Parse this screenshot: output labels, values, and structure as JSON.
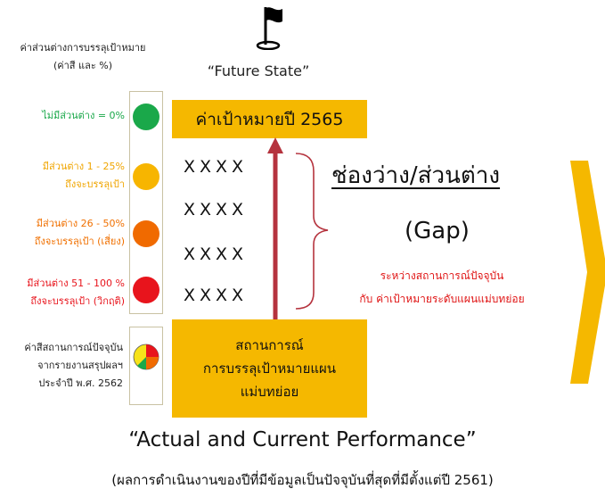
{
  "legend": {
    "title_line1": "ค่าส่วนต่างการบรรลุเป้าหมาย",
    "title_line2": "(ค่าสี และ %)",
    "items": [
      {
        "line1": "ไม่มีส่วนต่าง = 0%",
        "line2": "",
        "color": "#1aa84a",
        "text_color": "#1aa84a"
      },
      {
        "line1": "มีส่วนต่าง 1 - 25%",
        "line2": "ถึงจะบรรลุเป้า",
        "color": "#f7b500",
        "text_color": "#f0a500"
      },
      {
        "line1": "มีส่วนต่าง 26 - 50%",
        "line2": "ถึงจะบรรลุเป้า (เสี่ยง)",
        "color": "#f06a00",
        "text_color": "#f07000"
      },
      {
        "line1": "มีส่วนต่าง 51 - 100 %",
        "line2": "ถึงจะบรรลุเป้า (วิกฤติ)",
        "color": "#e8141c",
        "text_color": "#e8141c"
      }
    ],
    "status": {
      "line1": "ค่าสีสถานการณ์ปัจจุบัน",
      "line2": "จากรายงานสรุปผลฯ",
      "line3": "ประจำปี พ.ศ. 2562"
    }
  },
  "future_state": "“Future State”",
  "target_label": "ค่าเป้าหมายปี 2565",
  "placeholders": [
    "XXXX",
    "XXXX",
    "XXXX",
    "XXXX"
  ],
  "gap": {
    "title": "ช่องว่าง/ส่วนต่าง",
    "english": "(Gap)",
    "desc_line1": "ระหว่างสถานการณ์ปัจจุบัน",
    "desc_line2": "กับ ค่าเป้าหมายระดับแผนแม่บทย่อย"
  },
  "current_box": {
    "line1": "สถานการณ์",
    "line2": "การบรรลุเป้าหมายแผน",
    "line3": "แม่บทย่อย"
  },
  "actual_label": "“Actual and Current Performance”",
  "footer": "(ผลการดำเนินงานของปีที่มีข้อมูลเป็นปัจจุบันที่สุดที่มีตั้งแต่ปี 2561)",
  "colors": {
    "accent": "#f5b800",
    "arrow": "#b5333e",
    "chevron": "#f5b800"
  }
}
